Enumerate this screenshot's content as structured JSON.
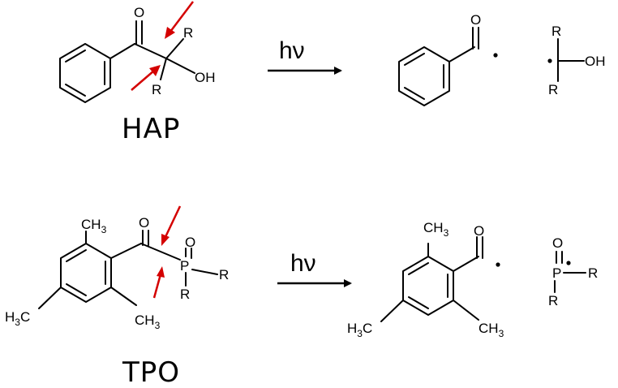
{
  "reactions": [
    {
      "name": "HAP",
      "condition": "hν",
      "reactant_labels": {
        "oxygen": "O",
        "r_top": "R",
        "r_bottom": "R",
        "oh": "OH"
      },
      "product1_labels": {
        "oxygen": "O"
      },
      "product2_labels": {
        "r_top": "R",
        "r_bottom": "R",
        "oh": "OH"
      }
    },
    {
      "name": "TPO",
      "condition": "hν",
      "reactant_labels": {
        "ch3_top": "CH",
        "ch3_top_sub": "3",
        "oxygen": "O",
        "p_oxygen": "O",
        "phosphorus": "P",
        "r_right": "R",
        "r_bottom": "R",
        "h3c_left": "H",
        "h3c_left_sub": "3",
        "h3c_left_c": "C",
        "ch3_bottom": "CH",
        "ch3_bottom_sub": "3"
      },
      "product1_labels": {
        "ch3_top": "CH",
        "ch3_top_sub": "3",
        "oxygen": "O",
        "h3c_left": "H",
        "h3c_left_sub": "3",
        "h3c_left_c": "C",
        "ch3_bottom": "CH",
        "ch3_bottom_sub": "3"
      },
      "product2_labels": {
        "p_oxygen": "O",
        "phosphorus": "P",
        "r_right": "R",
        "r_bottom": "R"
      }
    }
  ],
  "colors": {
    "bonds": "#000000",
    "cleavage_arrows": "#d40000",
    "background": "#ffffff"
  }
}
